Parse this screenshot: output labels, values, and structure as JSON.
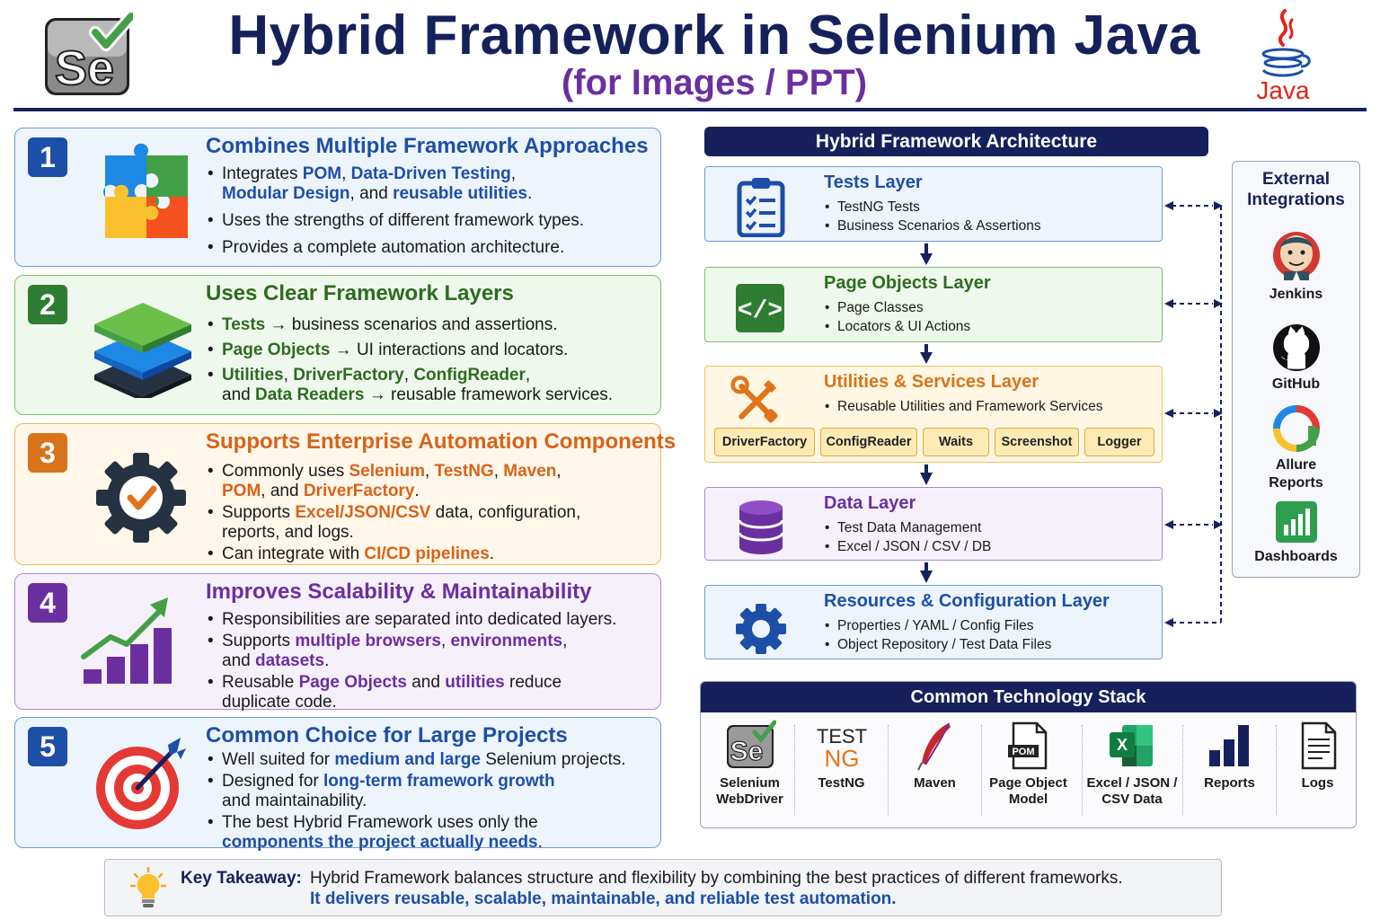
{
  "header": {
    "title": "Hybrid Framework in Selenium Java",
    "subtitle": "(for Images / PPT)",
    "selenium_logo_text": "Se",
    "java_logo_text": "Java"
  },
  "cards": [
    {
      "number": "1",
      "title": "Combines Multiple Framework Approaches",
      "bullets": [
        {
          "parts": [
            "Integrates ",
            "POM",
            ", ",
            "Data-Driven Testing",
            ","
          ]
        },
        {
          "parts": [
            "Modular Design",
            ", and ",
            "reusable utilities",
            "."
          ]
        },
        {
          "text": "Uses the strengths of different framework types."
        },
        {
          "text": "Provides a complete automation architecture."
        }
      ]
    },
    {
      "number": "2",
      "title": "Uses Clear Framework Layers",
      "bullets": [
        {
          "parts": [
            "Tests",
            " → business scenarios and assertions."
          ]
        },
        {
          "parts": [
            "Page Objects",
            " → UI interactions and locators."
          ]
        },
        {
          "parts": [
            "Utilities",
            ", ",
            "DriverFactory",
            ", ",
            "ConfigReader",
            ","
          ]
        },
        {
          "parts": [
            "and ",
            "Data Readers",
            " → reusable framework services."
          ]
        }
      ]
    },
    {
      "number": "3",
      "title": "Supports Enterprise Automation Components",
      "bullets": [
        {
          "parts": [
            "Commonly uses ",
            "Selenium",
            ", ",
            "TestNG",
            ", ",
            "Maven",
            ","
          ]
        },
        {
          "parts": [
            "POM",
            ", and ",
            "DriverFactory",
            "."
          ]
        },
        {
          "parts": [
            "Supports ",
            "Excel/JSON/CSV",
            " data, configuration,"
          ]
        },
        {
          "text": "reports, and logs."
        },
        {
          "parts": [
            "Can integrate with ",
            "CI/CD pipelines",
            "."
          ]
        }
      ]
    },
    {
      "number": "4",
      "title": "Improves Scalability & Maintainability",
      "bullets": [
        {
          "text": "Responsibilities are separated into dedicated layers."
        },
        {
          "parts": [
            "Supports ",
            "multiple browsers",
            ", ",
            "environments",
            ","
          ]
        },
        {
          "parts": [
            "and ",
            "datasets",
            "."
          ]
        },
        {
          "parts": [
            "Reusable ",
            "Page Objects",
            " and ",
            "utilities",
            " reduce"
          ]
        },
        {
          "text": "duplicate code."
        }
      ]
    },
    {
      "number": "5",
      "title": "Common Choice for Large Projects",
      "bullets": [
        {
          "parts": [
            "Well suited for ",
            "medium and large",
            " Selenium projects."
          ]
        },
        {
          "parts": [
            "Designed for ",
            "long-term framework growth"
          ]
        },
        {
          "text": "and maintainability."
        },
        {
          "text": "The best Hybrid Framework uses only the"
        },
        {
          "parts": [
            "components the project actually needs",
            "."
          ]
        }
      ]
    }
  ],
  "architecture": {
    "title": "Hybrid Framework Architecture",
    "layers": [
      {
        "title": "Tests Layer",
        "items": [
          "TestNG Tests",
          "Business Scenarios & Assertions"
        ]
      },
      {
        "title": "Page Objects Layer",
        "items": [
          "Page Classes",
          "Locators & UI Actions"
        ]
      },
      {
        "title": "Utilities & Services Layer",
        "items": [
          "Reusable Utilities and Framework Services"
        ],
        "chips": [
          "DriverFactory",
          "ConfigReader",
          "Waits",
          "Screenshot",
          "Logger"
        ]
      },
      {
        "title": "Data Layer",
        "items": [
          "Test Data Management",
          "Excel / JSON / CSV / DB"
        ]
      },
      {
        "title": "Resources & Configuration Layer",
        "items": [
          "Properties / YAML / Config Files",
          "Object Repository / Test Data Files"
        ]
      }
    ],
    "code_icon_text": "</>"
  },
  "external": {
    "title_line1": "External",
    "title_line2": "Integrations",
    "items": [
      {
        "label": "Jenkins",
        "icon": "jenkins-icon"
      },
      {
        "label": "GitHub",
        "icon": "github-icon"
      },
      {
        "label": "Allure Reports",
        "icon": "allure-icon"
      },
      {
        "label": "Dashboards",
        "icon": "dashboard-icon"
      }
    ]
  },
  "stack": {
    "title": "Common Technology Stack",
    "items": [
      {
        "label1": "Selenium",
        "label2": "WebDriver",
        "icon_text": "Se"
      },
      {
        "label1": "TestNG",
        "label2": "",
        "icon_text1": "TEST",
        "icon_text2": "NG"
      },
      {
        "label1": "Maven",
        "label2": ""
      },
      {
        "label1": "Page Object",
        "label2": "Model",
        "icon_text": "POM"
      },
      {
        "label1": "Excel / JSON /",
        "label2": "CSV Data",
        "icon_text": "X"
      },
      {
        "label1": "Reports",
        "label2": ""
      },
      {
        "label1": "Logs",
        "label2": ""
      }
    ]
  },
  "takeaway": {
    "label": "Key Takeaway:",
    "line1": "Hybrid Framework balances structure and flexibility by combining the best practices of different frameworks.",
    "line2": "It delivers reusable, scalable, maintainable, and reliable test automation."
  },
  "colors": {
    "navy": "#16215c",
    "blue": "#1d4fa8",
    "green": "#2e6b22",
    "orange": "#d9621a",
    "purple": "#6b2fa0"
  }
}
